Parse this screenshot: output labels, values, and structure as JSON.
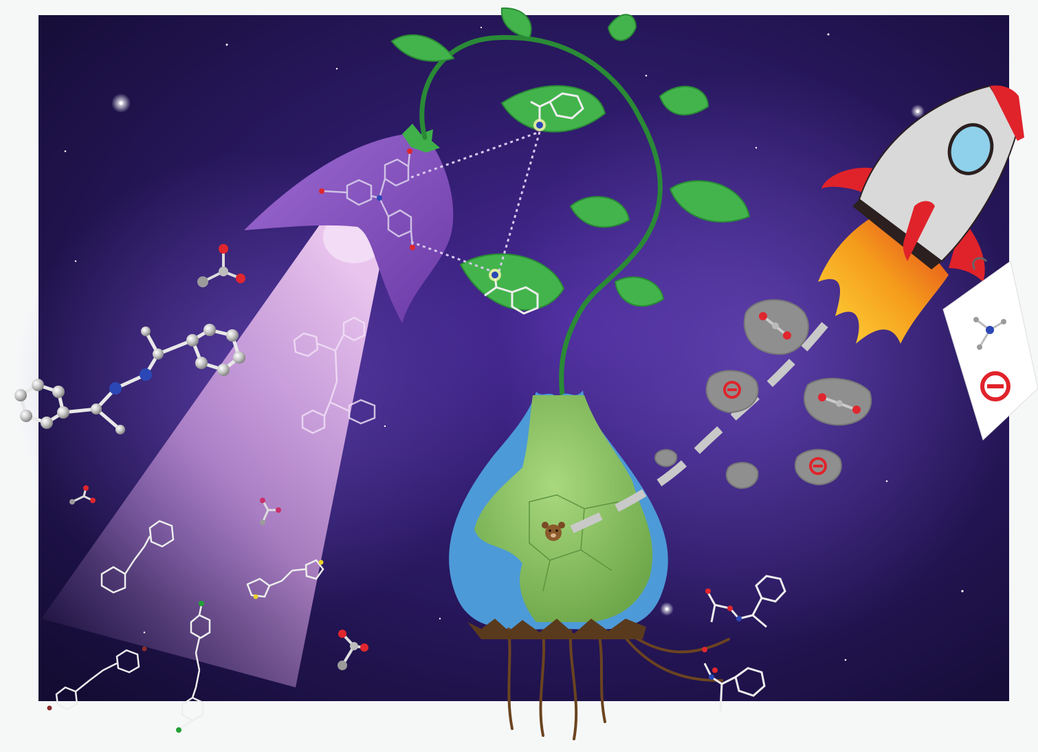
{
  "palette": {
    "page_bg": "#f6f8f8",
    "space_dark": "#170f3a",
    "space_mid": "#3a1f7a",
    "space_glow": "#5b3db0",
    "beam": "#e7b8ec",
    "flower": "#8a55c0",
    "leaf": "#3fb04a",
    "stem": "#2a8a36",
    "earth_water": "#4d9ad8",
    "earth_land": "#8cc365",
    "rocket_body": "#d9d9d9",
    "rocket_red": "#e0232a",
    "rocket_window": "#8fd0ea",
    "flame_orange": "#f29a1d",
    "flame_yellow": "#ffd23a",
    "oxygen": "#e0262e",
    "nitrogen": "#2b47b5",
    "carbon": "#9b9b9b",
    "sulfur": "#e7d12a",
    "chlorine": "#22a035",
    "bromine": "#8a2b2b",
    "asteroid": "#8e8e8e"
  },
  "scene": {
    "elements": [
      "starfield",
      "purple-bell-flower",
      "light-beam",
      "curled-vine-with-leaves",
      "earth-bulb",
      "teddy-bear-marker",
      "roots",
      "felt-rocket",
      "rocket-flames",
      "gray-asteroids",
      "dashed-trajectory",
      "prohibition-tag",
      "ball-and-stick-molecules"
    ]
  }
}
